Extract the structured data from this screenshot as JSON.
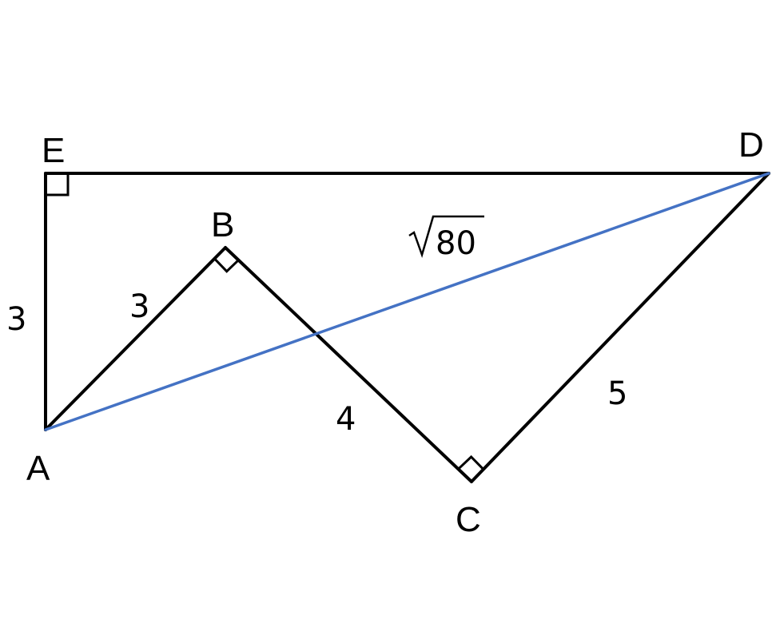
{
  "vertices": {
    "a": "A",
    "b": "B",
    "c": "C",
    "d": "D",
    "e": "E"
  },
  "lengths": {
    "ea": "3",
    "ab": "3",
    "bc": "4",
    "cd": "5",
    "ad_radicand": "80"
  },
  "colors": {
    "diagonal": "#4472C4",
    "lines": "#000000"
  }
}
